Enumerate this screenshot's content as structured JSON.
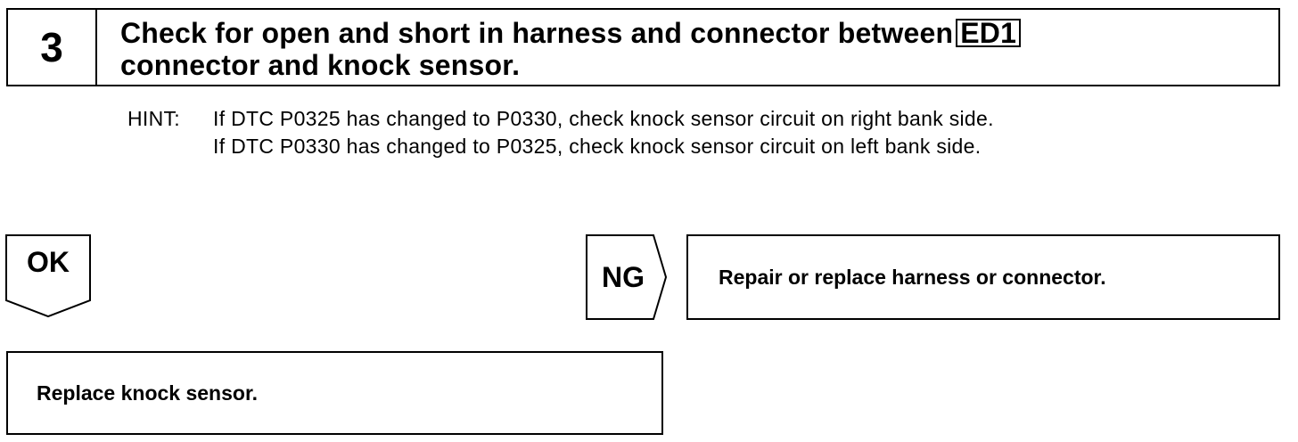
{
  "step": {
    "number": "3",
    "title_line1": "Check for open and short in harness and connector between",
    "connector_code": "ED1",
    "title_line2": "connector and knock sensor."
  },
  "hint": {
    "label": "HINT:",
    "line1": "If DTC P0325 has changed to P0330, check knock sensor circuit on right bank side.",
    "line2": "If DTC P0330 has changed to P0325, check knock sensor circuit on left bank side."
  },
  "ok": {
    "label": "OK",
    "result": "Replace knock sensor."
  },
  "ng": {
    "label": "NG",
    "result": "Repair or replace harness or connector."
  }
}
